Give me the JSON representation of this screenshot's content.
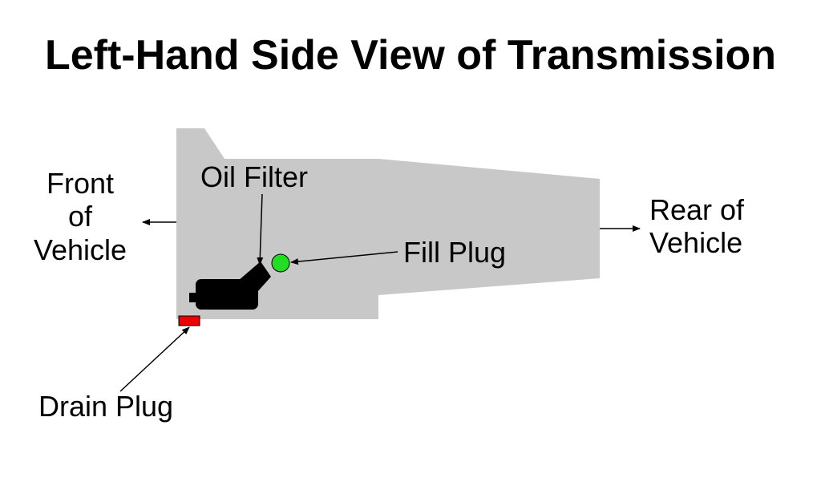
{
  "title": "Left-Hand Side View of Transmission",
  "labels": {
    "front": [
      "Front",
      "of",
      "Vehicle"
    ],
    "rear": [
      "Rear of",
      "Vehicle"
    ],
    "oil_filter": "Oil Filter",
    "fill_plug": "Fill Plug",
    "drain_plug": "Drain Plug"
  },
  "colors": {
    "housing": "#c8c8c8",
    "oil_filter": "#000000",
    "fill_plug": "#22dd22",
    "drain_plug": "#ee0000",
    "arrows": "#000000"
  }
}
